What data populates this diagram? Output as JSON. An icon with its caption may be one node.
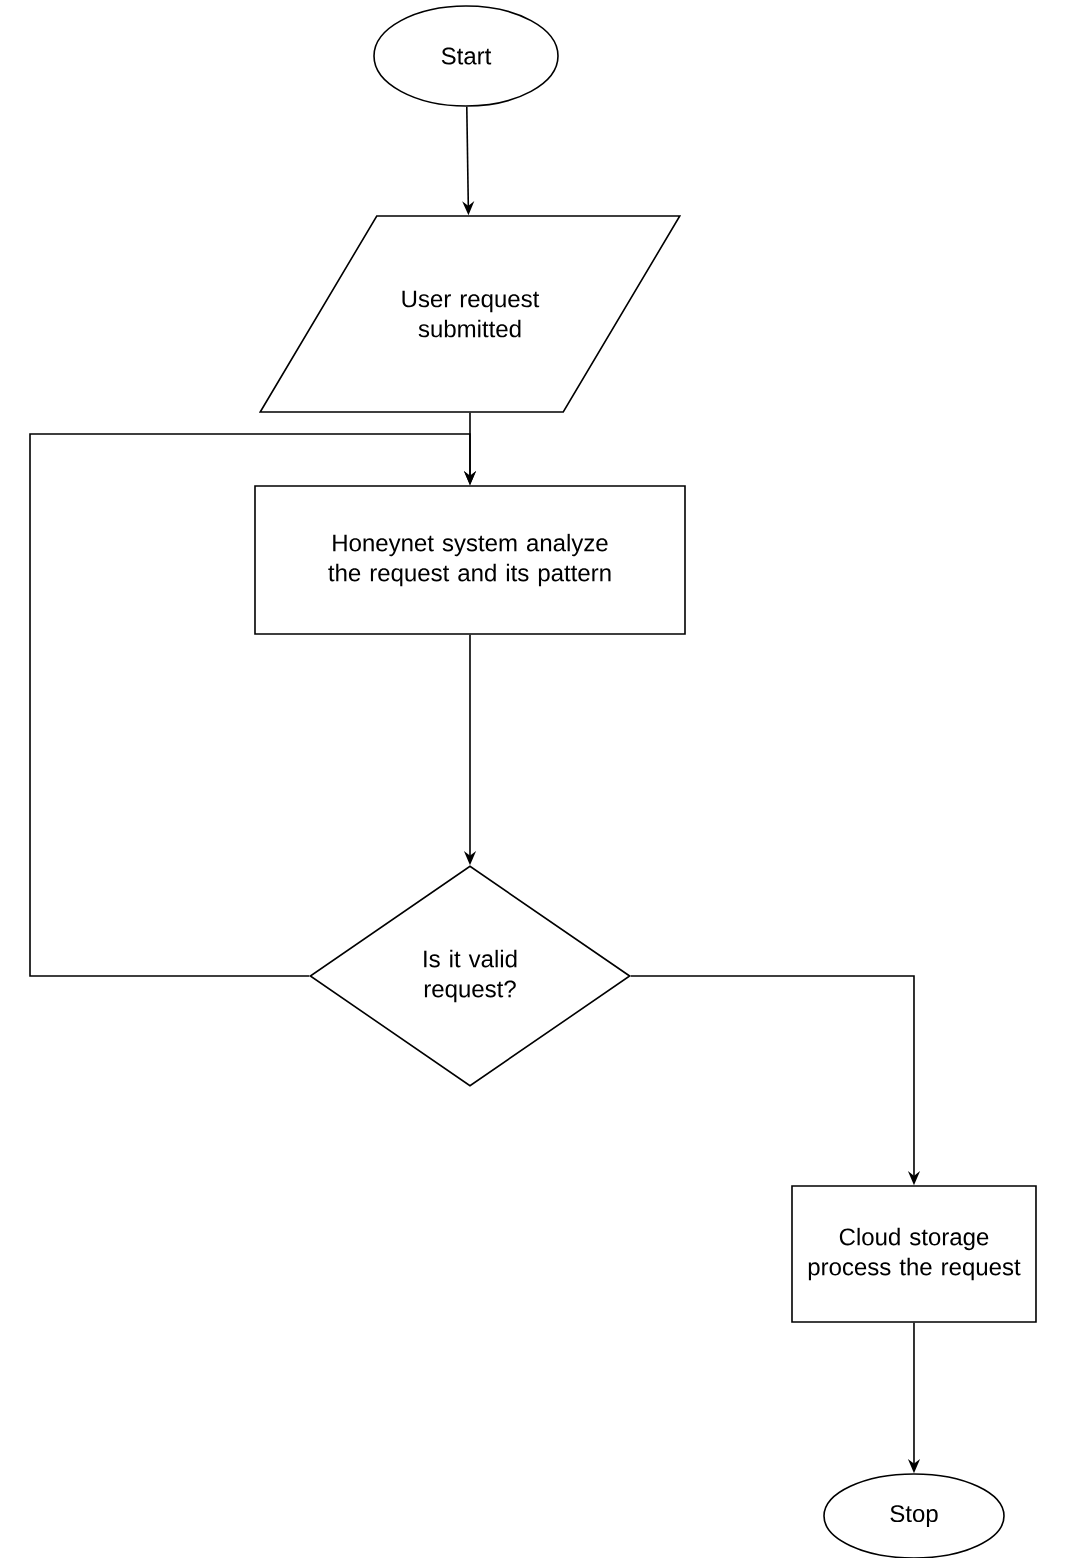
{
  "diagram": {
    "nodes": [
      {
        "text": [
          "Start"
        ]
      },
      {
        "text": [
          "User request submitted"
        ]
      },
      {
        "text": [
          "Honeynet system analyze the request and its pattern"
        ]
      },
      {
        "text": [
          "Is it valid request?"
        ]
      },
      {
        "text": [
          "Cloud storage process the request"
        ]
      },
      {
        "text": [
          "Stop"
        ]
      }
    ],
    "edges": [
      {
        "from": 0,
        "to": 1,
        "arrow": "to"
      },
      {
        "from": 1,
        "to": 2,
        "arrow": "to"
      },
      {
        "from": 2,
        "to": 3,
        "arrow": "to"
      },
      {
        "from": 3,
        "to": 2,
        "arrow": "to"
      },
      {
        "from": 3,
        "to": 4,
        "arrow": "to"
      },
      {
        "from": 4,
        "to": 5,
        "arrow": "to"
      }
    ]
  }
}
